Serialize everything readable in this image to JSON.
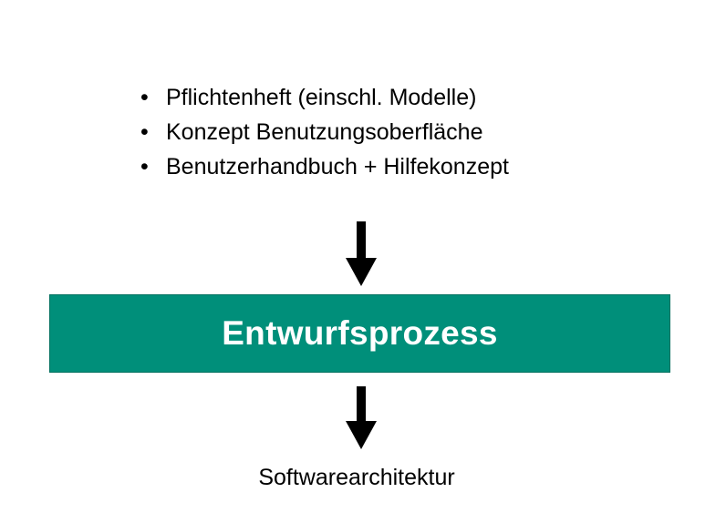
{
  "inputs": [
    {
      "bullet": "•",
      "label": "Pflichtenheft (einschl. Modelle)"
    },
    {
      "bullet": "•",
      "label": "Konzept Benutzungsoberfläche"
    },
    {
      "bullet": "•",
      "label": "Benutzerhandbuch + Hilfekonzept"
    }
  ],
  "process": {
    "label": "Entwurfsprozess",
    "color": "#008f7a",
    "text_color": "#ffffff"
  },
  "output": {
    "label": "Softwarearchitektur"
  },
  "arrows": [
    "arrow-down-icon",
    "arrow-down-icon"
  ]
}
